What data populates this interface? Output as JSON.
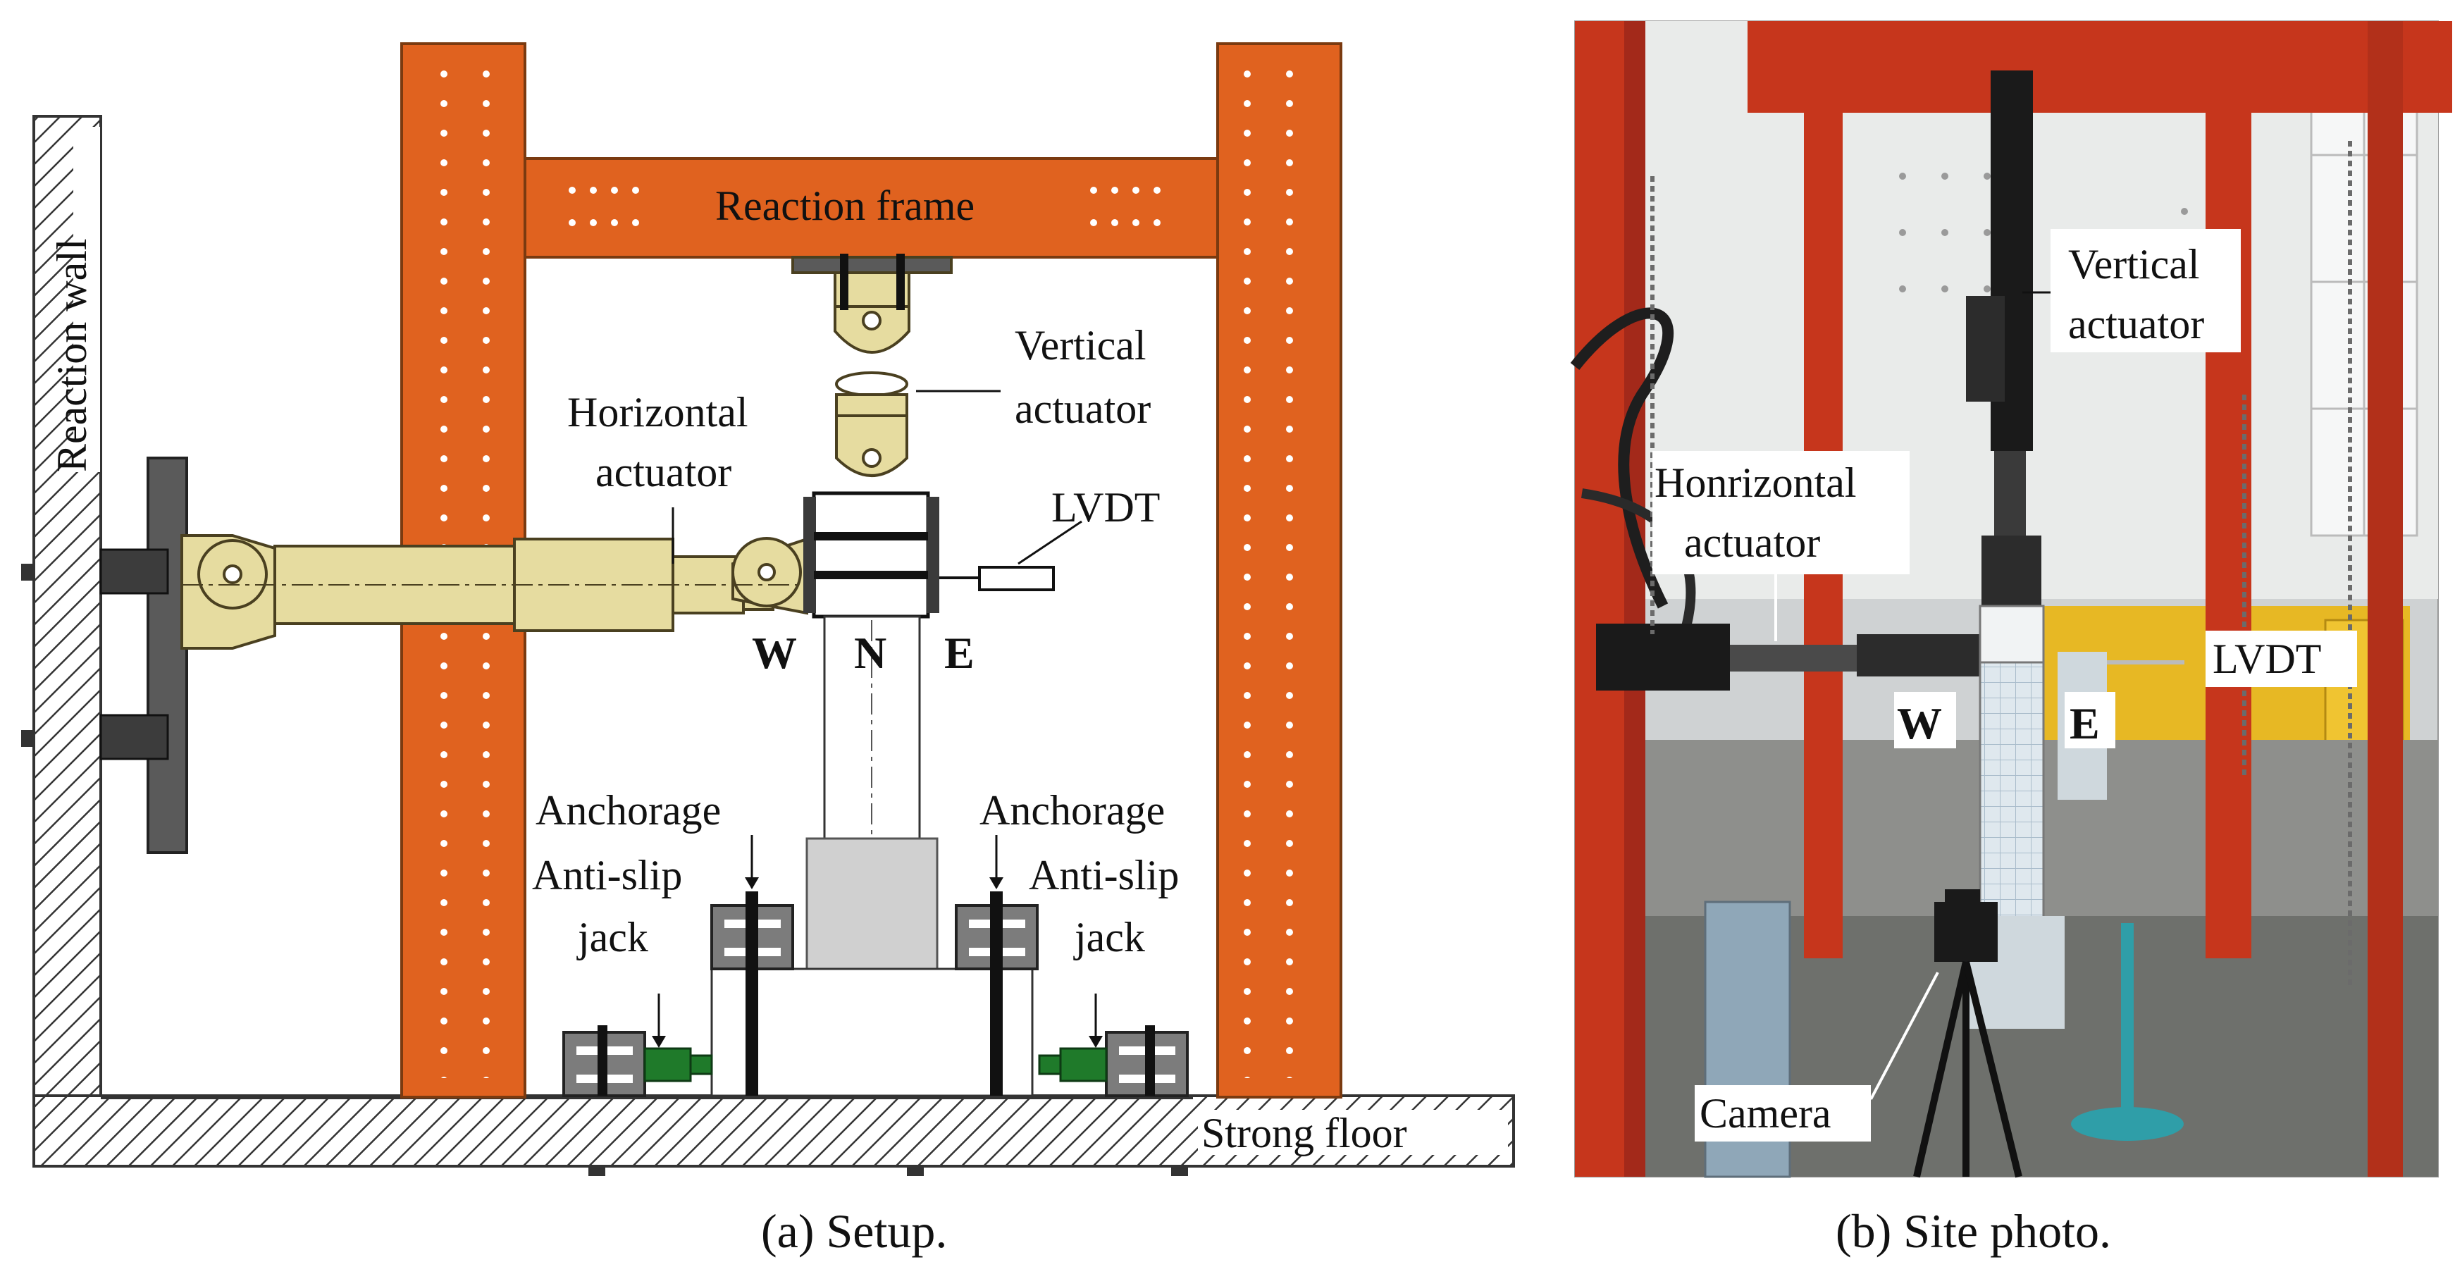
{
  "setup": {
    "reaction_wall": "Reaction wall",
    "reaction_frame": "Reaction frame",
    "vertical_actuator_1": "Vertical",
    "vertical_actuator_2": "actuator",
    "horizontal_actuator_1": "Horizontal",
    "horizontal_actuator_2": "actuator",
    "lvdt": "LVDT",
    "dir_w": "W",
    "dir_n": "N",
    "dir_e": "E",
    "anchorage_left": "Anchorage",
    "antislip_left_1": "Anti-slip",
    "antislip_left_2": "jack",
    "anchorage_right": "Anchorage",
    "antislip_right_1": "Anti-slip",
    "antislip_right_2": "jack",
    "strong_floor": "Strong floor",
    "caption": "(a) Setup."
  },
  "photo": {
    "vertical_actuator_1": "Vertical",
    "vertical_actuator_2": "actuator",
    "horizontal_actuator_1": "Honrizontal",
    "horizontal_actuator_2": "actuator",
    "lvdt": "LVDT",
    "dir_w": "W",
    "dir_e": "E",
    "camera": "Camera",
    "caption": "(b) Site photo."
  },
  "colors": {
    "frame": "#e0621f",
    "actuator": "#e6dca0",
    "steel": "#5a5a5a",
    "jack": "#1f7a2a"
  }
}
